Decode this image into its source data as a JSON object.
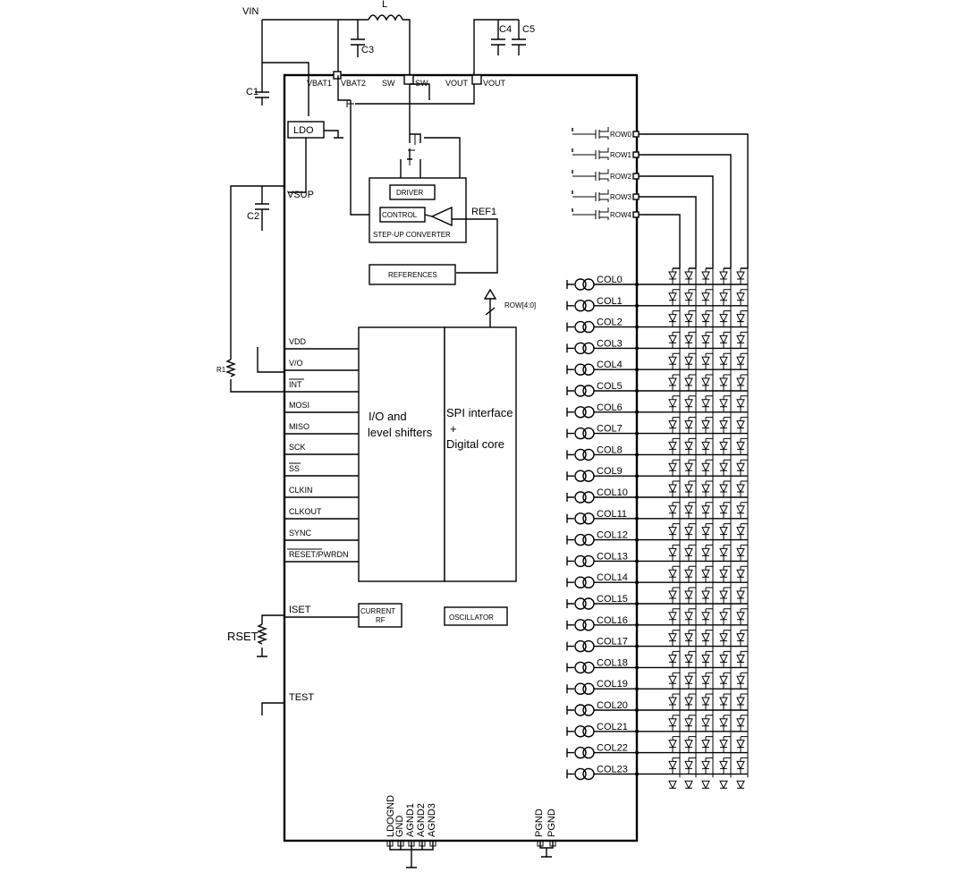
{
  "supply": {
    "vin": "VIN",
    "inductor": "L",
    "c1": "C1",
    "c2": "C2",
    "c3": "C3",
    "c4": "C4",
    "c5": "C5",
    "r1": "R1",
    "rset": "RSET"
  },
  "top_pins": {
    "vbat1": "VBAT1",
    "vbat2": "VBAT2",
    "sw_a": "SW",
    "sw_b": "SW",
    "vout_a": "VOUT",
    "vout_b": "VOUT"
  },
  "blocks": {
    "ldo": "LDO",
    "driver": "DRIVER",
    "control": "CONTROL",
    "stepup": "STEP-UP CONVERTER",
    "ref1": "REF1",
    "references": "REFERENCES",
    "row_bus": "ROW[4:0]",
    "io_line1": "I/O and",
    "io_line2": "level shifters",
    "spi_line1": "SPI interface",
    "spi_line2": "+",
    "spi_line3": "Digital core",
    "current_line1": "CURRENT",
    "current_line2": "RF",
    "oscillator": "OSCILLATOR"
  },
  "left_pins": [
    "VDD",
    "V/O",
    "INT",
    "MOSI",
    "MISO",
    "SCK",
    "SS",
    "CLKIN",
    "CLKOUT",
    "SYNC",
    "RESET/PWRDN"
  ],
  "vsup": "VSUP",
  "iset": "ISET",
  "test": "TEST",
  "rows": [
    "ROW0",
    "ROW1",
    "ROW2",
    "ROW3",
    "ROW4"
  ],
  "cols": [
    "COL0",
    "COL1",
    "COL2",
    "COL3",
    "COL4",
    "COL5",
    "COL6",
    "COL7",
    "COL8",
    "COL9",
    "COL10",
    "COL11",
    "COL12",
    "COL13",
    "COL14",
    "COL15",
    "COL16",
    "COL17",
    "COL18",
    "COL19",
    "COL20",
    "COL21",
    "COL22",
    "COL23"
  ],
  "bottom_pins": {
    "ldognd": "LDOGND",
    "gnd": "GND",
    "agnd1": "AGND1",
    "agnd2": "AGND2",
    "agnd3": "AGND3",
    "pgnd_a": "PGND",
    "pgnd_b": "PGND"
  }
}
